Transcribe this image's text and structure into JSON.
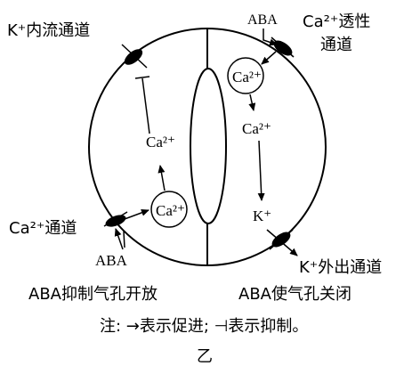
{
  "labels": {
    "k_inflow_channel": "K⁺内流通道",
    "ca_permeable_channel_line1": "Ca²⁺透性",
    "ca_permeable_channel_line2": "通道",
    "aba_top": "ABA",
    "ca_in_circle_right": "Ca²⁺",
    "ca_right_free": "Ca²⁺",
    "k_right": "K⁺",
    "k_outflow_channel": "K⁺外出通道",
    "ca_left_free": "Ca²⁺",
    "ca_in_circle_left": "Ca²⁺",
    "ca_channel_left": "Ca²⁺通道",
    "aba_bottom": "ABA",
    "caption_left": "ABA抑制气孔开放",
    "caption_right": "ABA使气孔关闭",
    "note": "注: →表示促进; ⊣表示抑制。",
    "figure_label": "乙"
  }
}
